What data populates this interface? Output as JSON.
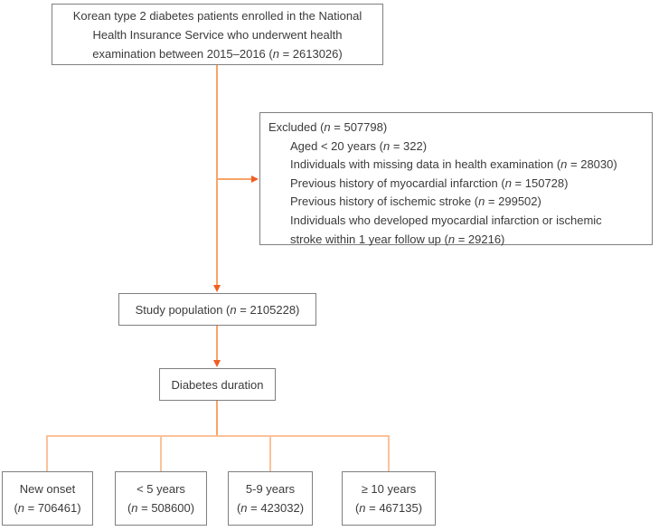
{
  "flowchart": {
    "enrollment_box": {
      "lines": [
        "Korean type 2 diabetes patients enrolled in the National",
        "Health Insurance Service who underwent health",
        "examination between 2015–2016 (n = 2613026)"
      ]
    },
    "excluded_box": {
      "title": "Excluded (n = 507798)",
      "items": [
        "Aged < 20 years (n = 322)",
        "Individuals with missing data in health examination (n = 28030)",
        "Previous history of myocardial infarction (n = 150728)",
        "Previous history of ischemic stroke (n = 299502)",
        "Individuals who developed myocardial infarction or ischemic",
        "stroke within 1 year follow up (n = 29216)"
      ]
    },
    "study_population_box": {
      "label": "Study population (n = 2105228)"
    },
    "diabetes_duration_box": {
      "label": "Diabetes duration"
    },
    "duration_groups": [
      {
        "label": "New onset",
        "count": "(n = 706461)"
      },
      {
        "label": "< 5 years",
        "count": "(n = 508600)"
      },
      {
        "label": "5-9 years",
        "count": "(n = 423032)"
      },
      {
        "label": "≥ 10 years",
        "count": "(n = 467135)"
      }
    ],
    "colors": {
      "connector": "#f8a469",
      "connector_light": "#fbc29a",
      "arrowhead": "#f15d22",
      "box_border": "#7f7f7f",
      "text": "#3b3b3b"
    }
  }
}
